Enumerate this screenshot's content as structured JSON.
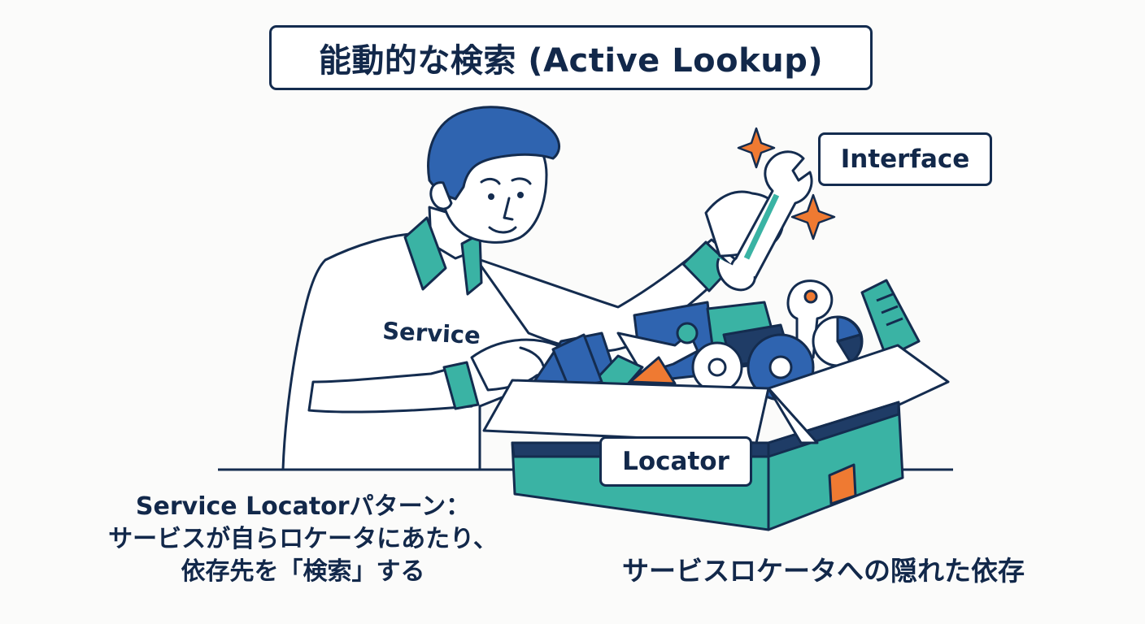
{
  "title": "能動的な検索 (Active Lookup)",
  "labels": {
    "interface": "Interface",
    "locator": "Locator",
    "service": "Service"
  },
  "captions": {
    "left_lines": [
      "Service Locatorパターン：",
      "サービスが自らロケータにあたり、",
      "依存先を「検索」する"
    ],
    "right": "サービスロケータへの隠れた依存"
  },
  "colors": {
    "navy": "#142c4f",
    "blue": "#2f64b0",
    "teal": "#3ab3a4",
    "orange": "#ef7a32",
    "box_dark": "#1f3c66"
  },
  "icons": [
    "wrench-icon",
    "gear-icon",
    "sparkle-icon"
  ]
}
